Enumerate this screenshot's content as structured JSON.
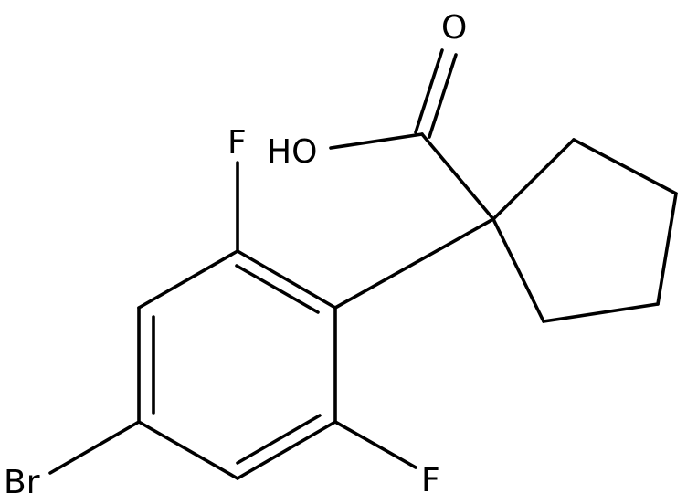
{
  "atoms": {
    "o_carbonyl": "O",
    "hydroxyl": "HO",
    "f_top": "F",
    "f_bottom": "F",
    "br": "Br"
  }
}
